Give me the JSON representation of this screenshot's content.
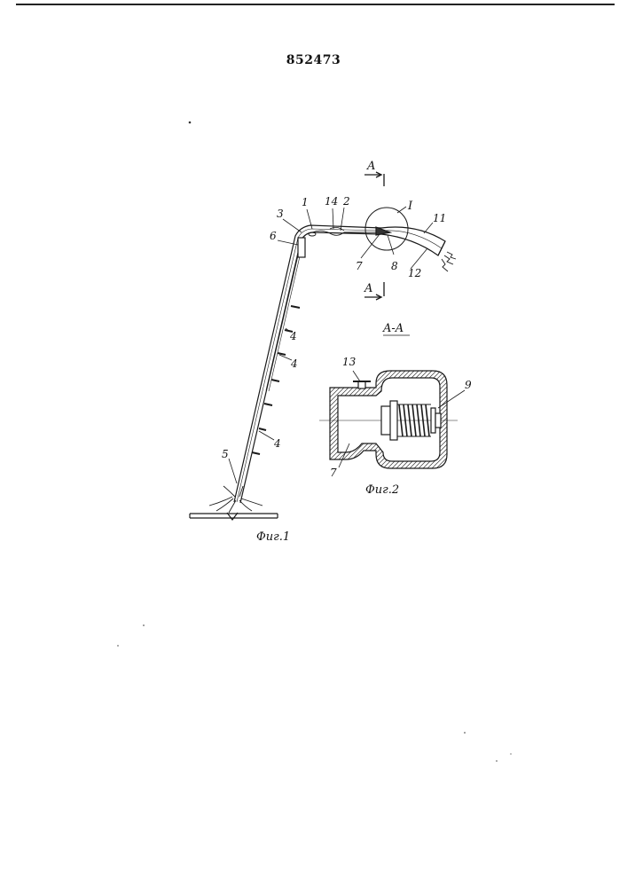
{
  "document": {
    "patent_number": "852473"
  },
  "figure1": {
    "caption": "Фиг.1",
    "section_mark": "A",
    "detail_mark": "I",
    "labels": {
      "l1": "1",
      "l2": "2",
      "l3": "3",
      "l4a": "4",
      "l4b": "4",
      "l4c": "4",
      "l5": "5",
      "l6": "6",
      "l7": "7",
      "l8": "8",
      "l11": "11",
      "l12": "12",
      "l14": "14"
    }
  },
  "figure2": {
    "caption": "Фиг.2",
    "section_title": "A-A",
    "labels": {
      "l7": "7",
      "l9": "9",
      "l13": "13"
    }
  }
}
